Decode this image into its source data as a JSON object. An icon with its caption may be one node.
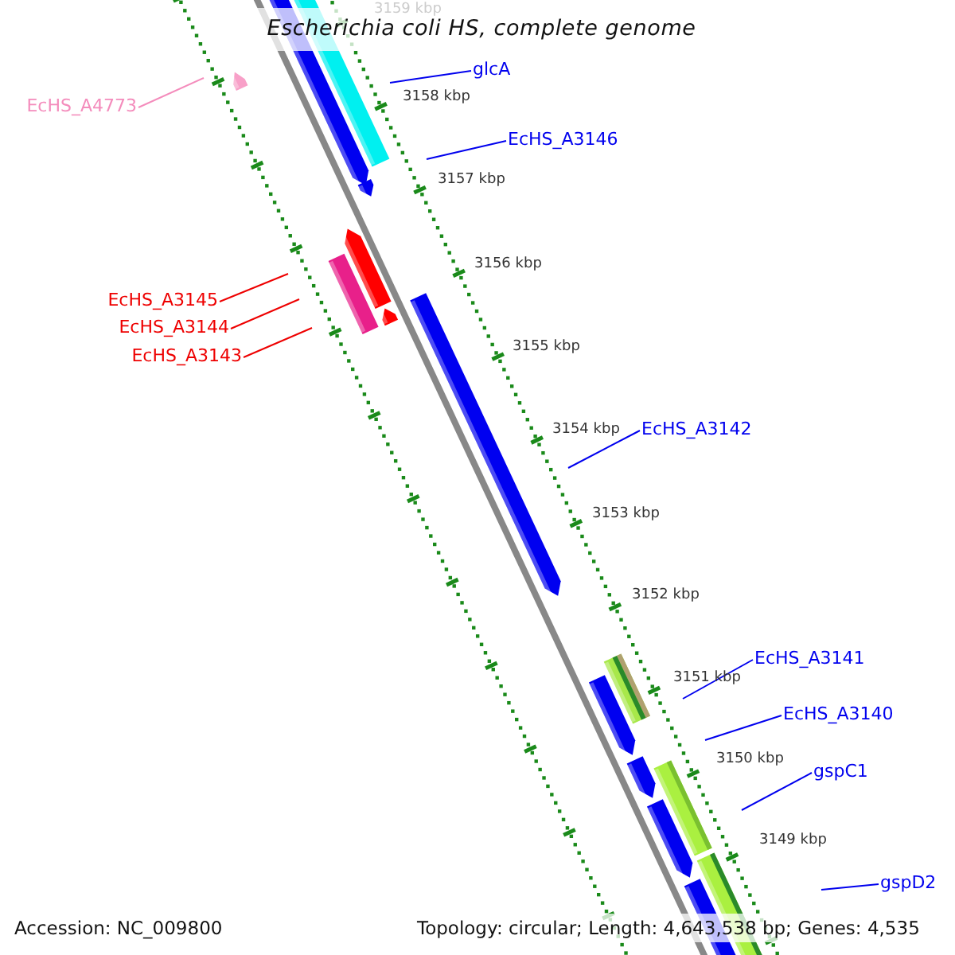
{
  "diagram": {
    "title": "Escherichia coli HS, complete genome",
    "nodes": [
      {
        "text": [
          "glcA"
        ]
      },
      {
        "text": [
          "EcHS_A3146"
        ]
      },
      {
        "text": [
          "EcHS_A4773"
        ]
      },
      {
        "text": [
          "EcHS_A3145"
        ]
      },
      {
        "text": [
          "EcHS_A3144"
        ]
      },
      {
        "text": [
          "EcHS_A3143"
        ]
      },
      {
        "text": [
          "EcHS_A3142"
        ]
      },
      {
        "text": [
          "EcHS_A3141"
        ]
      },
      {
        "text": [
          "EcHS_A3140"
        ]
      },
      {
        "text": [
          "gspC1"
        ]
      },
      {
        "text": [
          "gspD2"
        ]
      }
    ],
    "edges": [
      {
        "from": 0,
        "to": null,
        "arrow": "none"
      },
      {
        "from": 1,
        "to": null,
        "arrow": "none"
      },
      {
        "from": 2,
        "to": null,
        "arrow": "none",
        "color": "#f48cbc"
      },
      {
        "from": 3,
        "to": null,
        "arrow": "none",
        "color": "#ee0000"
      },
      {
        "from": 4,
        "to": null,
        "arrow": "none",
        "color": "#ee0000"
      },
      {
        "from": 5,
        "to": null,
        "arrow": "none",
        "color": "#ee0000"
      },
      {
        "from": 6,
        "to": null,
        "arrow": "none"
      },
      {
        "from": 7,
        "to": null,
        "arrow": "none"
      },
      {
        "from": 8,
        "to": null,
        "arrow": "none"
      },
      {
        "from": 9,
        "to": null,
        "arrow": "none"
      },
      {
        "from": 10,
        "to": null,
        "arrow": "none"
      }
    ],
    "labels": [
      "3159 kbp",
      "3158 kbp",
      "3157 kbp",
      "3156 kbp",
      "3155 kbp",
      "3154 kbp",
      "3153 kbp",
      "3152 kbp",
      "3151 kbp",
      "3150 kbp",
      "3149 kbp",
      "Accession: NC_009800",
      "Topology: circular; Length: 4,643,538 bp; Genes: 4,535"
    ]
  }
}
